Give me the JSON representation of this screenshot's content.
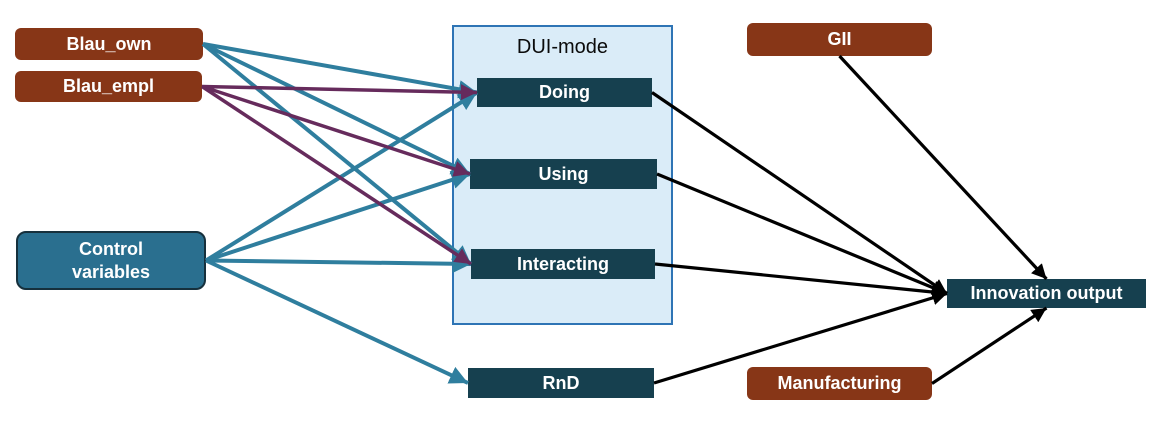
{
  "diagram": {
    "container": {
      "title": "DUI-mode"
    },
    "nodes": {
      "blau_own": {
        "label": "Blau_own"
      },
      "blau_empl": {
        "label": "Blau_empl"
      },
      "control": {
        "label": "Control variables"
      },
      "doing": {
        "label": "Doing"
      },
      "using": {
        "label": "Using"
      },
      "interacting": {
        "label": "Interacting"
      },
      "rnd": {
        "label": "RnD"
      },
      "gii": {
        "label": "GII"
      },
      "manufacturing": {
        "label": "Manufacturing"
      },
      "innovation_output": {
        "label": "Innovation output"
      }
    },
    "colors": {
      "teal_arrow": "#2F7E9E",
      "purple_arrow": "#662B5C",
      "black_arrow": "#000000",
      "brown_box": "#873617",
      "dark_box": "#16404F",
      "control_box": "#2A6F8F",
      "dui_fill": "#DAECF8",
      "dui_border": "#2E74B5"
    },
    "edges": [
      {
        "from": "blau_own",
        "to": "doing",
        "color": "teal_arrow",
        "fromSide": "right",
        "toSide": "left"
      },
      {
        "from": "blau_own",
        "to": "using",
        "color": "teal_arrow",
        "fromSide": "right",
        "toSide": "left"
      },
      {
        "from": "blau_own",
        "to": "interacting",
        "color": "teal_arrow",
        "fromSide": "right",
        "toSide": "left"
      },
      {
        "from": "control",
        "to": "doing",
        "color": "teal_arrow",
        "fromSide": "right",
        "toSide": "left"
      },
      {
        "from": "control",
        "to": "using",
        "color": "teal_arrow",
        "fromSide": "right",
        "toSide": "left"
      },
      {
        "from": "control",
        "to": "interacting",
        "color": "teal_arrow",
        "fromSide": "right",
        "toSide": "left"
      },
      {
        "from": "control",
        "to": "rnd",
        "color": "teal_arrow",
        "fromSide": "right",
        "toSide": "left"
      },
      {
        "from": "blau_empl",
        "to": "doing",
        "color": "purple_arrow",
        "fromSide": "right",
        "toSide": "left"
      },
      {
        "from": "blau_empl",
        "to": "using",
        "color": "purple_arrow",
        "fromSide": "right",
        "toSide": "left"
      },
      {
        "from": "blau_empl",
        "to": "interacting",
        "color": "purple_arrow",
        "fromSide": "right",
        "toSide": "left"
      },
      {
        "from": "doing",
        "to": "innovation_output",
        "color": "black_arrow",
        "fromSide": "right",
        "toSide": "left"
      },
      {
        "from": "using",
        "to": "innovation_output",
        "color": "black_arrow",
        "fromSide": "right",
        "toSide": "left"
      },
      {
        "from": "interacting",
        "to": "innovation_output",
        "color": "black_arrow",
        "fromSide": "right",
        "toSide": "left"
      },
      {
        "from": "rnd",
        "to": "innovation_output",
        "color": "black_arrow",
        "fromSide": "right",
        "toSide": "left"
      },
      {
        "from": "gii",
        "to": "innovation_output",
        "color": "black_arrow",
        "fromSide": "bottom",
        "toSide": "top"
      },
      {
        "from": "manufacturing",
        "to": "innovation_output",
        "color": "black_arrow",
        "fromSide": "right",
        "toSide": "bottom"
      }
    ]
  }
}
